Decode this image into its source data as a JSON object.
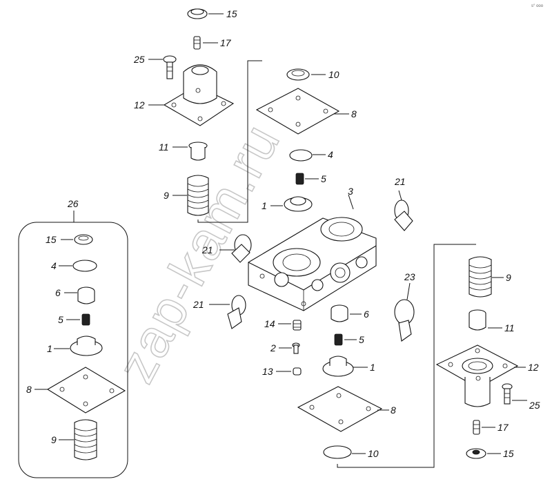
{
  "watermark": "zap-kam.ru",
  "corner_mark": "s° ooo",
  "callouts": {
    "c15a": "15",
    "c17a": "17",
    "c25a": "25",
    "c12a": "12",
    "c11a": "11",
    "c9a": "9",
    "c10a": "10",
    "c8a": "8",
    "c4a": "4",
    "c5a": "5",
    "c3": "3",
    "c1a": "1",
    "c21a": "21",
    "c21b": "21",
    "c21c": "21",
    "c23": "23",
    "c14": "14",
    "c6a": "6",
    "c2": "2",
    "c5b": "5",
    "c13": "13",
    "c1b": "1",
    "c8b": "8",
    "c10b": "10",
    "c26": "26",
    "k15": "15",
    "k4": "4",
    "k6": "6",
    "k5": "5",
    "k1": "1",
    "k8": "8",
    "k9": "9",
    "r9": "9",
    "r11": "11",
    "r12": "12",
    "r25": "25",
    "r17": "17",
    "r15": "15"
  }
}
